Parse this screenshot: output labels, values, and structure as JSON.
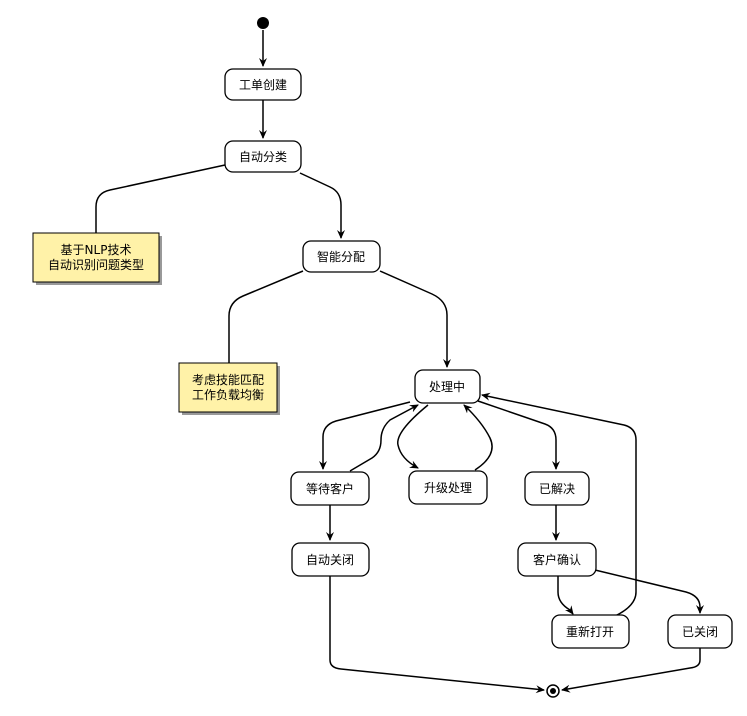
{
  "states": {
    "created": "工单创建",
    "auto_classify": "自动分类",
    "smart_assign": "智能分配",
    "processing": "处理中",
    "waiting_customer": "等待客户",
    "escalate": "升级处理",
    "resolved": "已解决",
    "auto_close": "自动关闭",
    "customer_confirm": "客户确认",
    "reopen": "重新打开",
    "closed": "已关闭"
  },
  "notes": {
    "classify_note": [
      "基于NLP技术",
      "自动识别问题类型"
    ],
    "assign_note": [
      "考虑技能匹配",
      "工作负载均衡"
    ]
  }
}
